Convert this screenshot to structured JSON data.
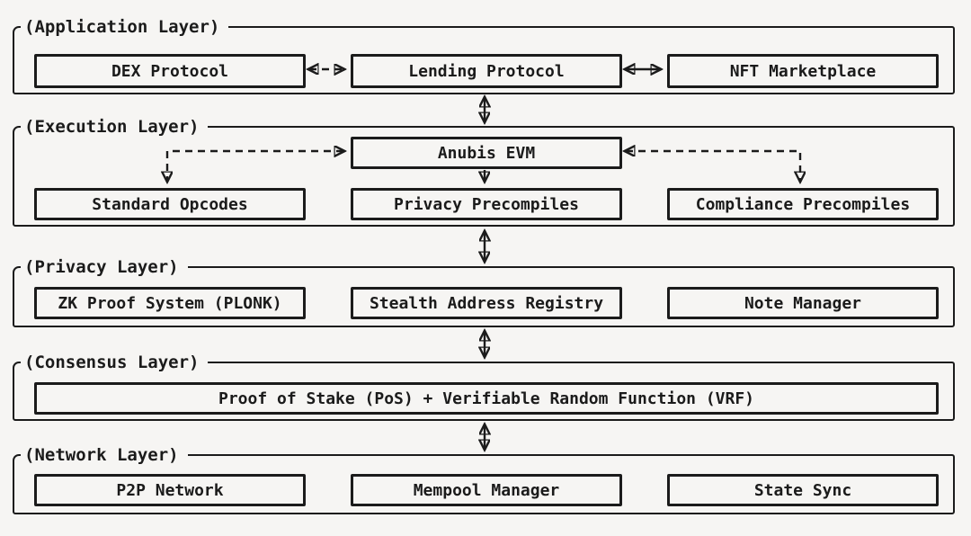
{
  "colors": {
    "background": "#f6f5f3",
    "ink": "#1b1b1b"
  },
  "diagram": {
    "layers": [
      {
        "id": "application",
        "label": "(Application Layer)",
        "boxes": [
          {
            "label": "DEX Protocol"
          },
          {
            "label": "Lending Protocol"
          },
          {
            "label": "NFT Marketplace"
          }
        ]
      },
      {
        "id": "execution",
        "label": "(Execution Layer)",
        "boxes": [
          {
            "label": "Anubis EVM"
          },
          {
            "label": "Standard Opcodes"
          },
          {
            "label": "Privacy Precompiles"
          },
          {
            "label": "Compliance Precompiles"
          }
        ]
      },
      {
        "id": "privacy",
        "label": "(Privacy Layer)",
        "boxes": [
          {
            "label": "ZK Proof System (PLONK)"
          },
          {
            "label": "Stealth Address Registry"
          },
          {
            "label": "Note Manager"
          }
        ]
      },
      {
        "id": "consensus",
        "label": "(Consensus Layer)",
        "boxes": [
          {
            "label": "Proof of Stake (PoS) + Verifiable Random Function (VRF)"
          }
        ]
      },
      {
        "id": "network",
        "label": "(Network Layer)",
        "boxes": [
          {
            "label": "P2P Network"
          },
          {
            "label": "Mempool Manager"
          },
          {
            "label": "State Sync"
          }
        ]
      }
    ],
    "connections": [
      {
        "from": "DEX Protocol",
        "to": "Lending Protocol",
        "type": "bidirectional",
        "style": "dashed"
      },
      {
        "from": "Lending Protocol",
        "to": "NFT Marketplace",
        "type": "bidirectional",
        "style": "solid"
      },
      {
        "from": "Application Layer",
        "to": "Execution Layer",
        "type": "bidirectional",
        "style": "solid"
      },
      {
        "from": "Anubis EVM",
        "to": "Standard Opcodes",
        "type": "bidirectional",
        "style": "dashed"
      },
      {
        "from": "Anubis EVM",
        "to": "Compliance Precompiles",
        "type": "bidirectional",
        "style": "dashed"
      },
      {
        "from": "Anubis EVM",
        "to": "Privacy Precompiles",
        "type": "directed",
        "style": "solid"
      },
      {
        "from": "Execution Layer",
        "to": "Privacy Layer",
        "type": "bidirectional",
        "style": "solid"
      },
      {
        "from": "Privacy Layer",
        "to": "Consensus Layer",
        "type": "bidirectional",
        "style": "solid"
      },
      {
        "from": "Consensus Layer",
        "to": "Network Layer",
        "type": "bidirectional",
        "style": "solid"
      }
    ]
  }
}
